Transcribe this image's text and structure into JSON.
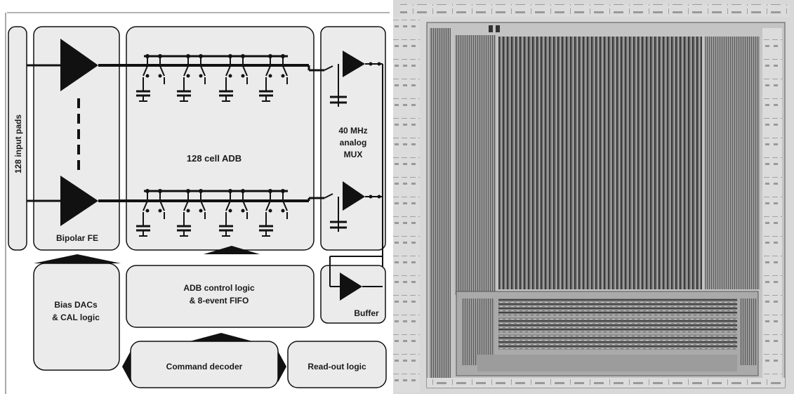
{
  "diagram": {
    "input_pads": "128 input pads",
    "frontend": "Bipolar FE",
    "adb_label": "128 cell ADB",
    "mux_line1": "40 MHz",
    "mux_line2": "analog",
    "mux_line3": "MUX",
    "bias_line1": "Bias DACs",
    "bias_line2": "& CAL logic",
    "adb_control_line1": "ADB control logic",
    "adb_control_line2": "& 8-event FIFO",
    "buffer": "Buffer",
    "command_decoder": "Command decoder",
    "readout": "Read-out logic"
  },
  "colors": {
    "block_fill": "#ebebeb",
    "stroke": "#111111",
    "die_bg": "#b9b9b9",
    "die_dark": "#5a5a5a",
    "die_light": "#d8d8d8"
  },
  "icons": [
    "amplifier-icon",
    "switch-icon",
    "capacitor-icon",
    "arrow-icon"
  ]
}
